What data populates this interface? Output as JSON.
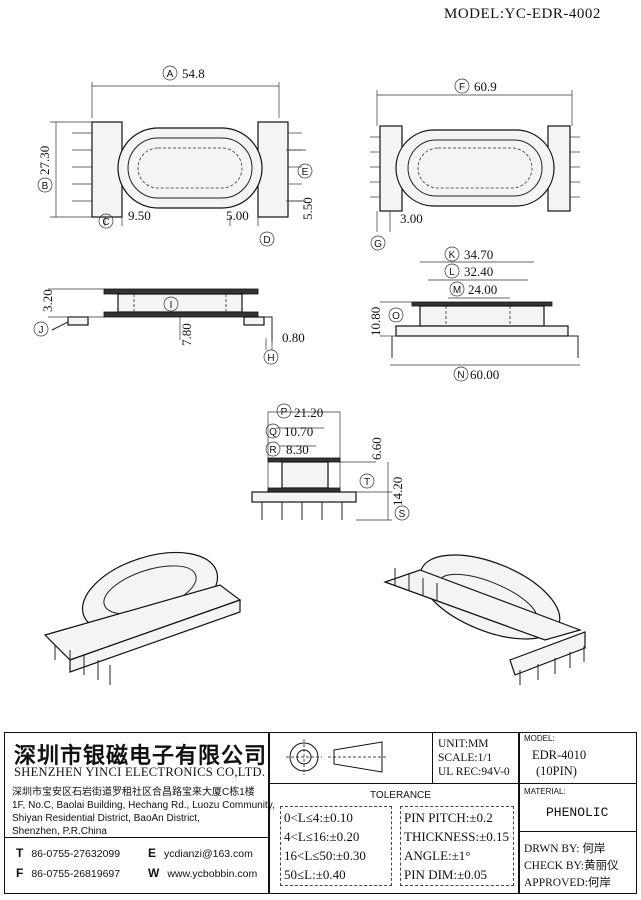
{
  "model_title": "MODEL:YC-EDR-4002",
  "dimensions": {
    "A": {
      "letter": "A",
      "value": "54.8"
    },
    "B": {
      "letter": "B",
      "value": "27.30"
    },
    "C": {
      "letter": "C",
      "value": "9.50"
    },
    "D": {
      "letter": "D",
      "value": "5.00"
    },
    "E": {
      "letter": "E",
      "value": "5.50"
    },
    "F": {
      "letter": "F",
      "value": "60.9"
    },
    "G": {
      "letter": "G",
      "value": "3.00"
    },
    "H": {
      "letter": "H",
      "value": "0.80"
    },
    "I": {
      "letter": "I",
      "value": "7.80"
    },
    "J": {
      "letter": "J",
      "value": "3.20"
    },
    "K": {
      "letter": "K",
      "value": "34.70"
    },
    "L": {
      "letter": "L",
      "value": "32.40"
    },
    "M": {
      "letter": "M",
      "value": "24.00"
    },
    "N": {
      "letter": "N",
      "value": "60.00"
    },
    "O": {
      "letter": "O",
      "value": "10.80"
    },
    "P": {
      "letter": "P",
      "value": "21.20"
    },
    "Q": {
      "letter": "Q",
      "value": "10.70"
    },
    "R": {
      "letter": "R",
      "value": "8.30"
    },
    "S": {
      "letter": "S",
      "value": "14.20"
    },
    "T": {
      "letter": "T",
      "value": "6.60"
    }
  },
  "company": {
    "name_cn": "深圳市银磁电子有限公司",
    "name_en": "SHENZHEN YINCI ELECTRONICS CO,LTD.",
    "address_cn": "深圳市宝安区石岩街道罗租社区合昌路宝来大厦C栋1楼",
    "address_en_1": "1F, No.C, Baolai Building, Hechang Rd., Luozu Community,",
    "address_en_2": "Shiyan Residential District, BaoAn District,",
    "address_en_3": "Shenzhen, P.R.China",
    "tel_label": "T",
    "tel": "86-0755-27632099",
    "fax_label": "F",
    "fax": "86-0755-26819697",
    "email_label": "E",
    "email": "ycdianzi@163.com",
    "web_label": "W",
    "web": "www.ycbobbin.com"
  },
  "specs": {
    "unit": "UNIT:MM",
    "scale": "SCALE:1/1",
    "ul_rec": "UL REC:94V-0",
    "model_label": "MODEL:",
    "model_value": "EDR-4010",
    "pins": "(10PIN)",
    "material_label": "MATERIAL:",
    "material_value": "PHENOLIC",
    "drawn_by": "DRWN BY: 何岸",
    "check_by": "CHECK BY:黄丽仪",
    "approved": "APPROVED:何岸"
  },
  "tolerance": {
    "title": "TOLERANCE",
    "rows_left": [
      "0<L≤4:±0.10",
      "4<L≤16:±0.20",
      "16<L≤50:±0.30",
      "50≤L:±0.40"
    ],
    "rows_right": [
      "PIN PITCH:±0.2",
      "THICKNESS:±0.15",
      "ANGLE:±1°",
      "PIN DIM:±0.05"
    ]
  }
}
